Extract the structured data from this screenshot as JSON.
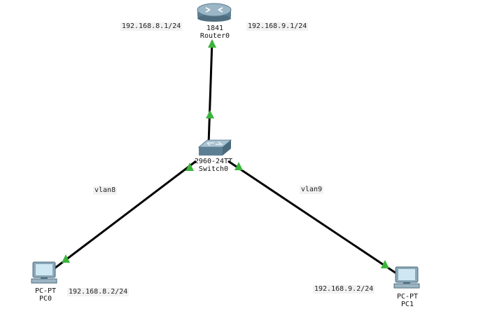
{
  "devices": {
    "router": {
      "model": "1841",
      "name": "Router0"
    },
    "switch": {
      "model": "2960-24TT",
      "name": "Switch0"
    },
    "pc0": {
      "model": "PC-PT",
      "name": "PC0"
    },
    "pc1": {
      "model": "PC-PT",
      "name": "PC1"
    }
  },
  "annotations": {
    "router_left_ip": "192.168.8.1/24",
    "router_right_ip": "192.168.9.1/24",
    "vlan_left": "vlan8",
    "vlan_right": "vlan9",
    "pc0_ip": "192.168.8.2/24",
    "pc1_ip": "192.168.9.2/24"
  },
  "colors": {
    "link": "#000000",
    "link_up": "#3cb43c"
  }
}
